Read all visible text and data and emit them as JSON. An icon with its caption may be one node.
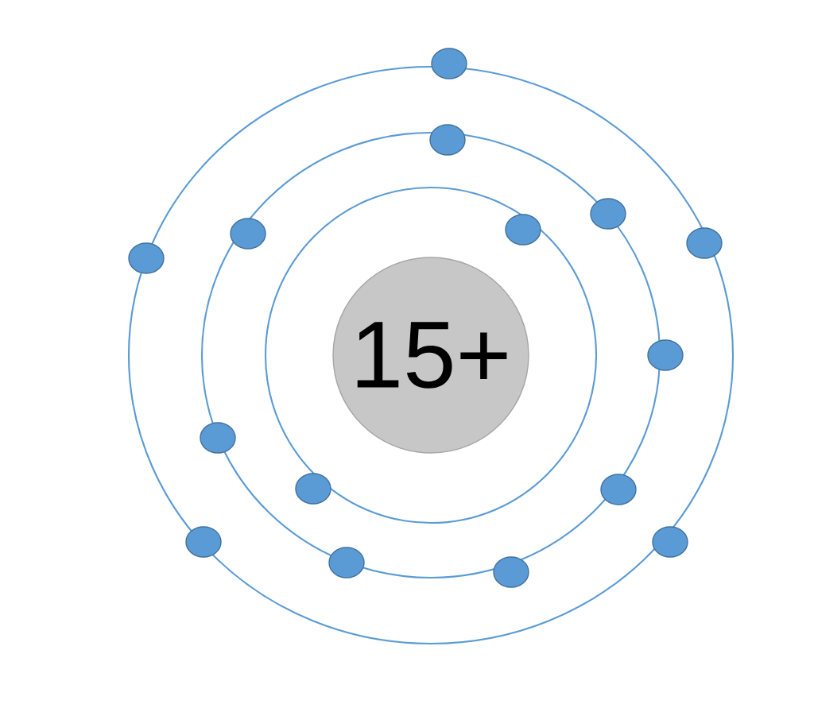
{
  "diagram": {
    "nodes": [
      {
        "text": [
          "15+"
        ]
      },
      {
        "text": [],
        "shape": "circle"
      },
      {
        "text": [],
        "shape": "circle"
      },
      {
        "text": [],
        "shape": "circle"
      },
      {
        "text": [],
        "shape": "circle"
      },
      {
        "text": [],
        "shape": "circle"
      },
      {
        "text": [],
        "shape": "circle"
      },
      {
        "text": [],
        "shape": "circle"
      },
      {
        "text": [],
        "shape": "circle"
      },
      {
        "text": [],
        "shape": "circle"
      },
      {
        "text": [],
        "shape": "circle"
      },
      {
        "text": [],
        "shape": "circle"
      },
      {
        "text": [],
        "shape": "circle"
      },
      {
        "text": [],
        "shape": "circle"
      },
      {
        "text": [],
        "shape": "circle"
      },
      {
        "text": [],
        "shape": "circle"
      }
    ]
  }
}
